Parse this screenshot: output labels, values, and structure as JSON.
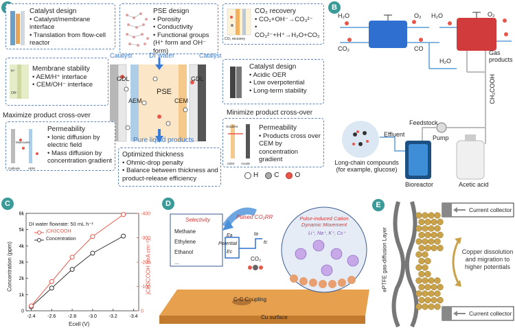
{
  "panel_letters": {
    "a": "A",
    "b": "B",
    "c": "C",
    "d": "D",
    "e": "E"
  },
  "panel_a": {
    "box_catalyst_left": {
      "title": "Catalyst design",
      "items": [
        "Catalyst/membrane interface",
        "Translation from flow-cell reactor"
      ]
    },
    "box_pse": {
      "title": "PSE design",
      "items": [
        "Porosity",
        "Conductivity",
        "Functional groups (H⁺ form and OH⁻ form)"
      ]
    },
    "box_co2": {
      "title": "CO₂ recovery",
      "items": [
        "CO₂+OH⁻→CO₃²⁻",
        "CO₃²⁻+H⁺→H₂O+CO₂"
      ],
      "thumb_label": "CO₂ recovery"
    },
    "box_membrane": {
      "title": "Membrane stability",
      "items": [
        "AEM/H⁺ interface",
        "CEM/OH⁻ interface"
      ]
    },
    "box_catalyst_right": {
      "title": "Catalyst design",
      "items": [
        "Acidic OER",
        "Low overpotential",
        "Long-term stability"
      ]
    },
    "heading_max": "Maximize product cross-over",
    "heading_min": "Minimize product cross-over",
    "box_perm_left": {
      "title": "Permeability",
      "items": [
        "Ionic diffusion by electric field",
        "Mass diffusion by concentration gradient"
      ],
      "thumb": {
        "cathode": "Cathode",
        "aem": "AEM",
        "molecules": "Molecules"
      }
    },
    "box_thickness": {
      "title": "Optimized thickness",
      "items": [
        "Ohmic-drop penalty",
        "Balance between thickness and product-release efficiency"
      ]
    },
    "box_perm_right": {
      "title": "Permeability",
      "items": [
        "Products cross over CEM by concentration gradient"
      ],
      "thumb": {
        "gradient": "Gradient",
        "cem": "CEM",
        "anode": "Anode"
      }
    },
    "cell": {
      "catalyst_left": "Catalyst",
      "di_water": "DI water",
      "catalyst_right": "Catalyst",
      "gdl": "GDL",
      "aem": "AEM",
      "pse": "PSE",
      "cem": "CEM",
      "output": "Pure liquid products"
    },
    "legend": [
      "H",
      "C",
      "O"
    ]
  },
  "panel_b": {
    "labels": {
      "h2o_in": "H₂O",
      "co2_in": "CO₂",
      "o2_1": "O₂",
      "h2o_mid": "H₂O",
      "co_mid": "CO",
      "h2o_low": "H₂O",
      "o2_2": "O₂",
      "gas": "Gas products",
      "ch3cooh": "CH₃COOH",
      "effluent": "Effluent",
      "feedstock": "Feedstock",
      "pump": "Pump",
      "bioreactor": "Bioreactor",
      "acetic": "Acetic acid",
      "longchain": "Long-chain compounds (for example, glucose)"
    }
  },
  "panel_c": {
    "annotation": "DI water flowrate: 50 mL h⁻¹",
    "legend_j": "jCH3COOH",
    "legend_c": "Concentration",
    "ylabel_left": "Concentration (ppm)",
    "ylabel_right": "jCH3COOH (mA cm⁻²)",
    "xlabel": "Ecell (V)"
  },
  "chart_data": {
    "type": "line",
    "x": [
      -2.4,
      -2.6,
      -2.8,
      -3.0,
      -3.3
    ],
    "series": [
      {
        "name": "Concentration",
        "axis": "left",
        "values": [
          250,
          1400,
          2550,
          3550,
          4600
        ]
      },
      {
        "name": "jCH3COOH",
        "axis": "right",
        "values": [
          -20,
          -120,
          -220,
          -305,
          -395
        ]
      }
    ],
    "xlim": [
      -2.35,
      -3.45
    ],
    "xticks": [
      -2.4,
      -2.6,
      -2.8,
      -3.0,
      -3.2,
      -3.4
    ],
    "ylim_left": [
      0,
      6000
    ],
    "yticks_left": [
      0,
      1000,
      2000,
      3000,
      4000,
      5000,
      6000
    ],
    "yticklabels_left": [
      "0",
      "1k",
      "2k",
      "3k",
      "4k",
      "5k",
      "6k"
    ],
    "ylim_right": [
      0,
      -400
    ],
    "yticks_right": [
      0,
      -100,
      -200,
      -300,
      -400
    ],
    "xlabel": "Ecell (V)",
    "ylabel": "Concentration (ppm)",
    "ylabel_right": "jCH3COOH (mA cm⁻²)",
    "colors": {
      "Concentration": "#333333",
      "jCH3COOH": "#e8564a"
    }
  },
  "panel_d": {
    "selectivity_title": "Selectivity",
    "products": [
      "Methane",
      "Ethylene",
      "Ethanol",
      "..."
    ],
    "pulsed": "Pulsed CO₂RR",
    "ea": "Ea",
    "potential": "Potential",
    "ec": "Ec",
    "ta": "ta",
    "tc": "tc",
    "co2": "CO₂",
    "coupling": "C-C Coupling",
    "surface": "Cu surface",
    "pulse_title": "Pulse-induced Cation Dynamic Movement",
    "cations": "Li⁺, Na⁺, K⁺, Cs⁺"
  },
  "panel_e": {
    "collector_top": "Current collector",
    "collector_bottom": "Current collector",
    "gdl": "ePTFE gas-diffusion Layer",
    "text": "Copper dissolution and migration to higher potentials"
  },
  "colors": {
    "teal": "#3a9a98",
    "dash": "#5b82b8",
    "red": "#e8564a",
    "copper": "#c9a24a"
  }
}
